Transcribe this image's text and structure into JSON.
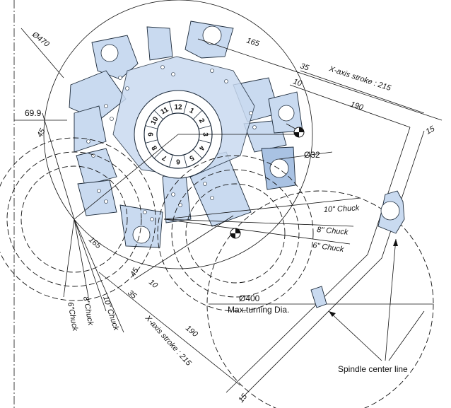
{
  "labels": {
    "dia470": "Ø470",
    "dim165_top": "165",
    "dim35_top": "35",
    "xstroke_top": "X-axis stroke : 215",
    "dim10_top": "10",
    "dim190_top": "190",
    "dim15_top": "15",
    "dim69_9": "69.9",
    "dim45_left": "45",
    "dia32": "Ø32",
    "chuck10_right": "10\" Chuck",
    "chuck8_right": "8\" Chuck",
    "chuck6_right": "6\" Chuck",
    "dim165_bottom": "165",
    "dim45_bottom": "45",
    "dim10_bottom": "10",
    "dim35_bottom": "35",
    "dim190_bottom": "190",
    "xstroke_bottom": "X-axis stroke : 215",
    "dim15_bottom": "15",
    "dia400": "Ø400",
    "max_turning": "Max.turning Dia.",
    "chuck6_bottom": "6\"Chuck",
    "chuck8_bottom": "8\"Chuck",
    "chuck10_bottom": "10\" Chuck",
    "spindle_center": "Spindle center line"
  },
  "turret_numbers": [
    "1",
    "2",
    "3",
    "4",
    "5",
    "6",
    "7",
    "8",
    "9",
    "10",
    "11",
    "12"
  ],
  "colors": {
    "part_fill": "#c9daf0",
    "part_fill_dark": "#a9c2e3",
    "outline": "#1c2a3a"
  }
}
